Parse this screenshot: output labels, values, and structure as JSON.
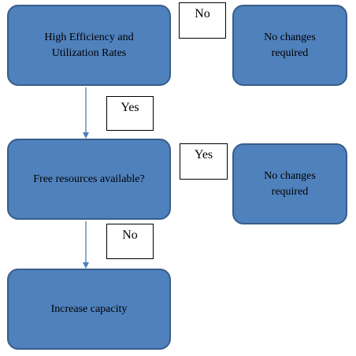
{
  "colors": {
    "node_fill": "#4f81bd",
    "node_border": "#385d8a",
    "connector": "#4a7ebb",
    "label_border": "#000000"
  },
  "nodes": {
    "high_efficiency": "High Efficiency and\nUtilization Rates",
    "no_changes_1": "No changes\nrequired",
    "free_resources": "Free resources  available?",
    "no_changes_2": "No changes\nrequired",
    "increase_capacity": "Increase capacity"
  },
  "labels": {
    "no_top": "No",
    "yes_first_arrow": "Yes",
    "yes_middle": "Yes",
    "no_second_arrow": "No"
  }
}
